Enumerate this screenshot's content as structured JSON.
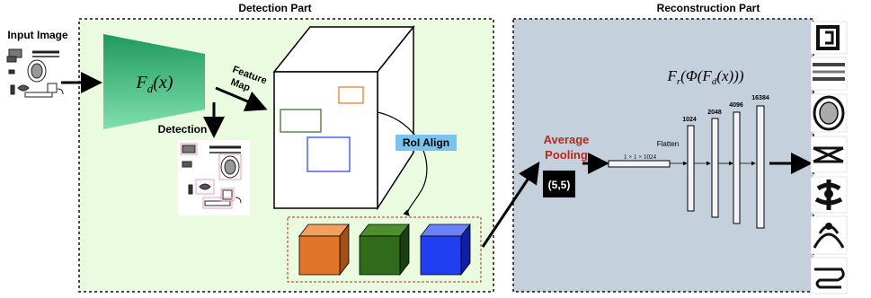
{
  "detection": {
    "title": "Detection Part",
    "input_label": "Input Image",
    "func_label": "F_d(x)",
    "feature_map_label": [
      "Feature",
      "Map"
    ],
    "detection_label": "Detection",
    "roi_label": "RoI Align"
  },
  "reconstruction": {
    "title": "Reconstruction Part",
    "formula": "F_r(Φ(F_d(x)))",
    "pooling_label": [
      "Average",
      "Pooling"
    ],
    "pool_size": "(5,5)",
    "vector_label": "1 × 1 × 1024",
    "flatten_label": "Flatten",
    "layer_sizes": [
      "1024",
      "2048",
      "4096",
      "16384"
    ]
  },
  "colors": {
    "detection_bg": "#eafbdf",
    "reconstruction_bg": "#c4d0dc",
    "funnel_top": "#3db46d",
    "funnel_bottom": "#5ccf8f",
    "pooling_text": "#b5291c",
    "roi_bg": "#78c3ef",
    "box_orange": "#e0762a",
    "box_green": "#2f6b1b",
    "box_blue": "#1f3ff0"
  }
}
